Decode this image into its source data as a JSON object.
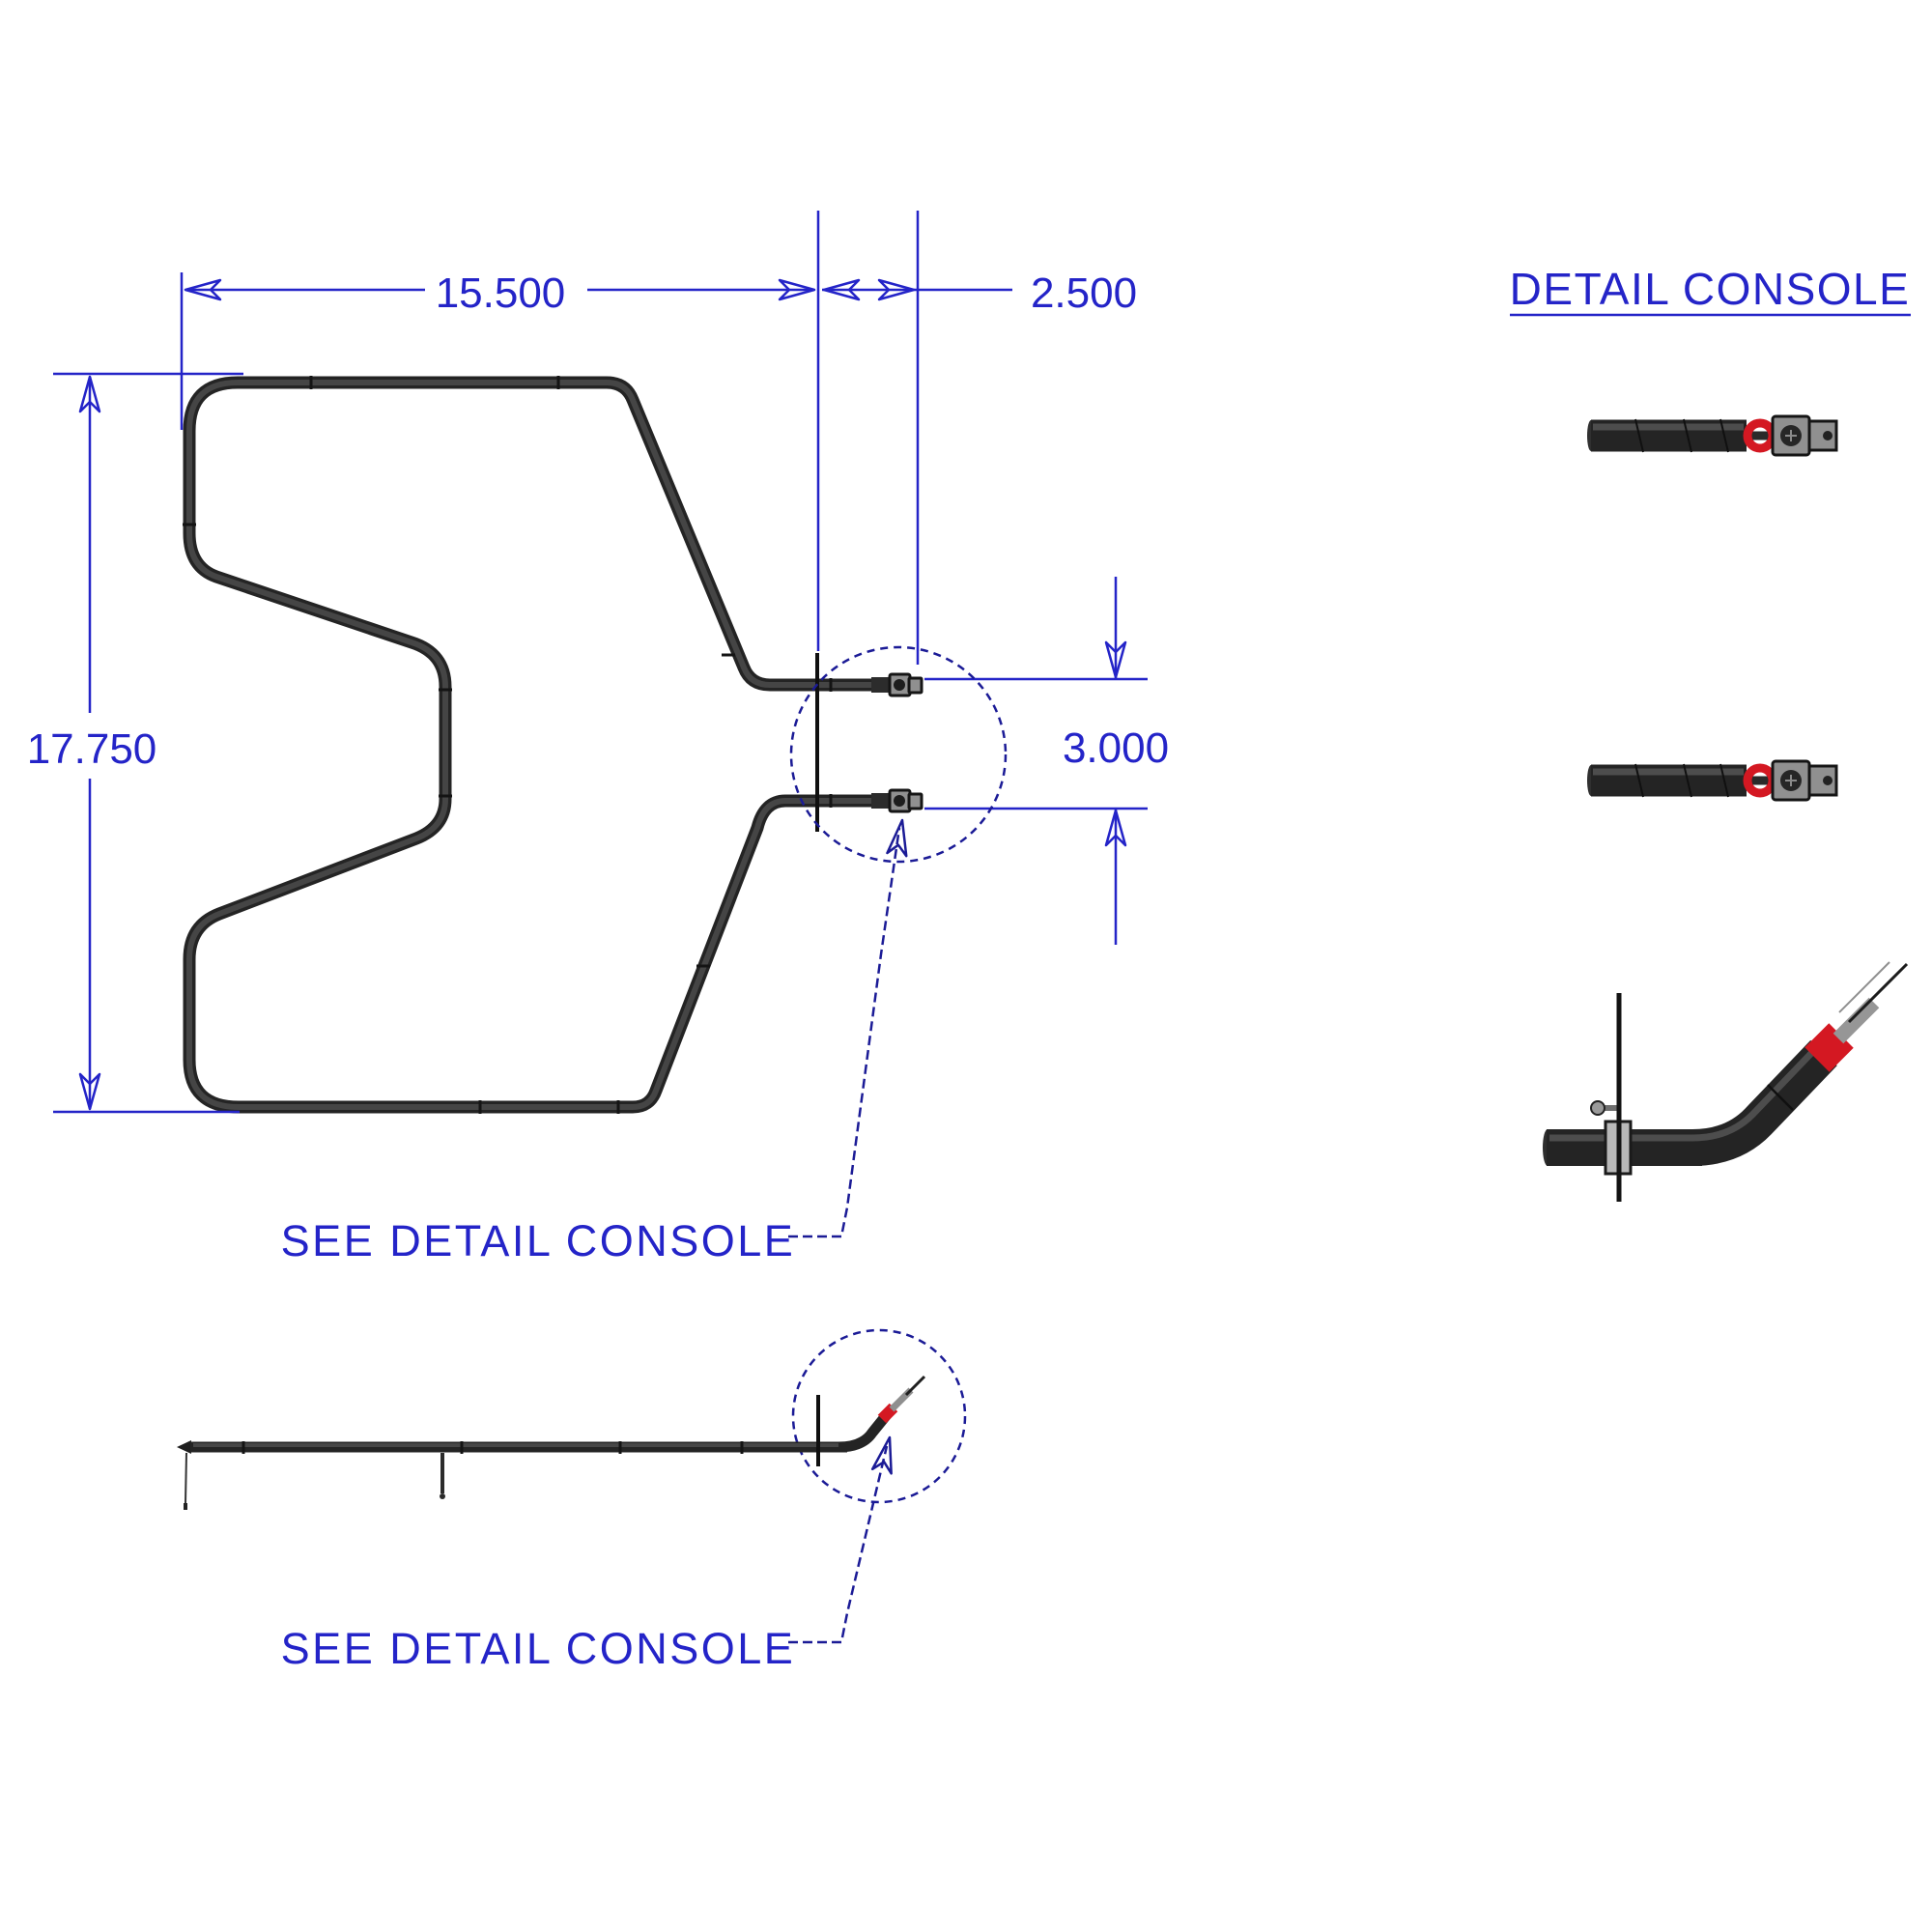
{
  "drawing": {
    "title": "DETAIL CONSOLE",
    "dims": {
      "overall_width": "15.500",
      "console_offset": "2.500",
      "overall_height": "17.750",
      "terminal_spacing": "3.000"
    },
    "callouts": {
      "upper": "SEE DETAIL CONSOLE",
      "lower": "SEE DETAIL CONSOLE"
    },
    "colors": {
      "background": "#ffffff",
      "dimension_blue": "#2424c8",
      "detail_navy": "#1b1b96",
      "element_dark": "#242424",
      "metal_gray": "#909090",
      "insulator_red": "#d41822"
    }
  }
}
